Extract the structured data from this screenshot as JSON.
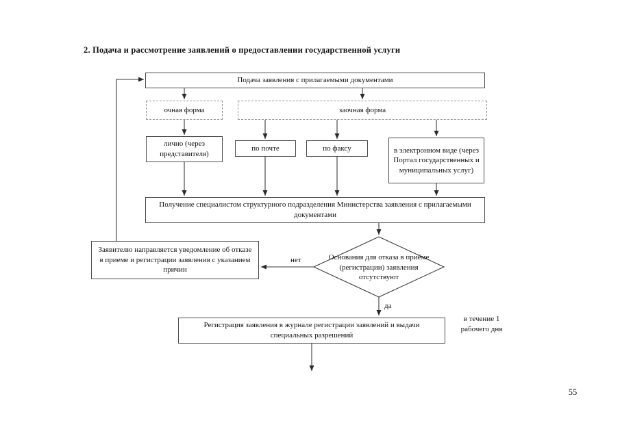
{
  "page": {
    "title": "2. Подача и рассмотрение заявлений о предоставлении государственной услуги",
    "page_number": "55"
  },
  "flowchart": {
    "nodes": {
      "submission": "Подача заявления с прилагаемыми документами",
      "in_person_form": "очная форма",
      "remote_form": "заочная форма",
      "personally": "лично (через представителя)",
      "by_mail": "по почте",
      "by_fax": "по факсу",
      "electronic": "в электронном виде (через Портал государственных и муниципальных услуг)",
      "reception": "Получение специалистом структурного подразделения Министерства заявления с прилагаемыми документами",
      "decision": "Основания для отказа в приёме (регистрации) заявления отсутствуют",
      "refusal_notice": "Заявителю направляется уведомление об отказе в приеме и регистрации заявления с указанием причин",
      "registration": "Регистрация заявления в журнале регистрации заявлений и выдачи специальных разрешений"
    },
    "labels": {
      "no": "нет",
      "yes": "да",
      "duration": "в течение 1 рабочего дня"
    },
    "colors": {
      "line": "#3a3a3a",
      "solid_border": "#4a4a4a",
      "dashed_border": "#8f8f8f"
    }
  }
}
